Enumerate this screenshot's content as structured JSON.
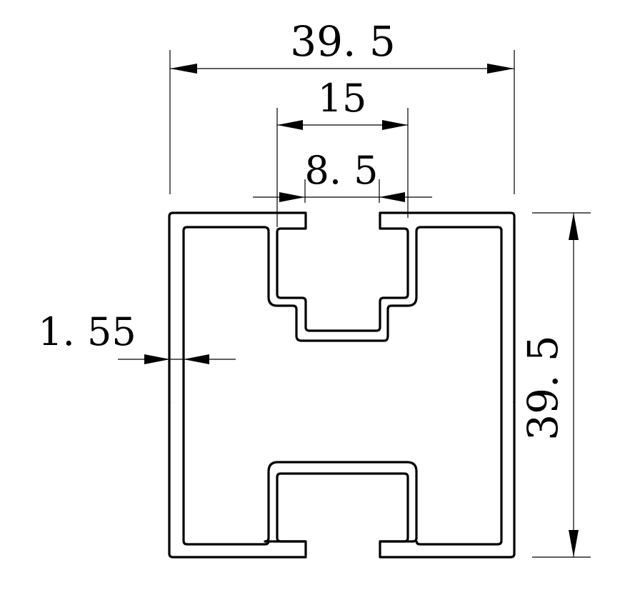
{
  "diagram": {
    "type": "aluminum profile cross-section",
    "colors": {
      "line": "#000000",
      "background": "#ffffff"
    },
    "dimensions": {
      "overall_width": {
        "label": "39. 5",
        "value": 39.5
      },
      "slot_outer_width": {
        "label": "15",
        "value": 15
      },
      "slot_opening": {
        "label": "8. 5",
        "value": 8.5
      },
      "wall_thickness": {
        "label": "1. 55",
        "value": 1.55
      },
      "overall_height": {
        "label": "39. 5",
        "value": 39.5
      }
    }
  }
}
